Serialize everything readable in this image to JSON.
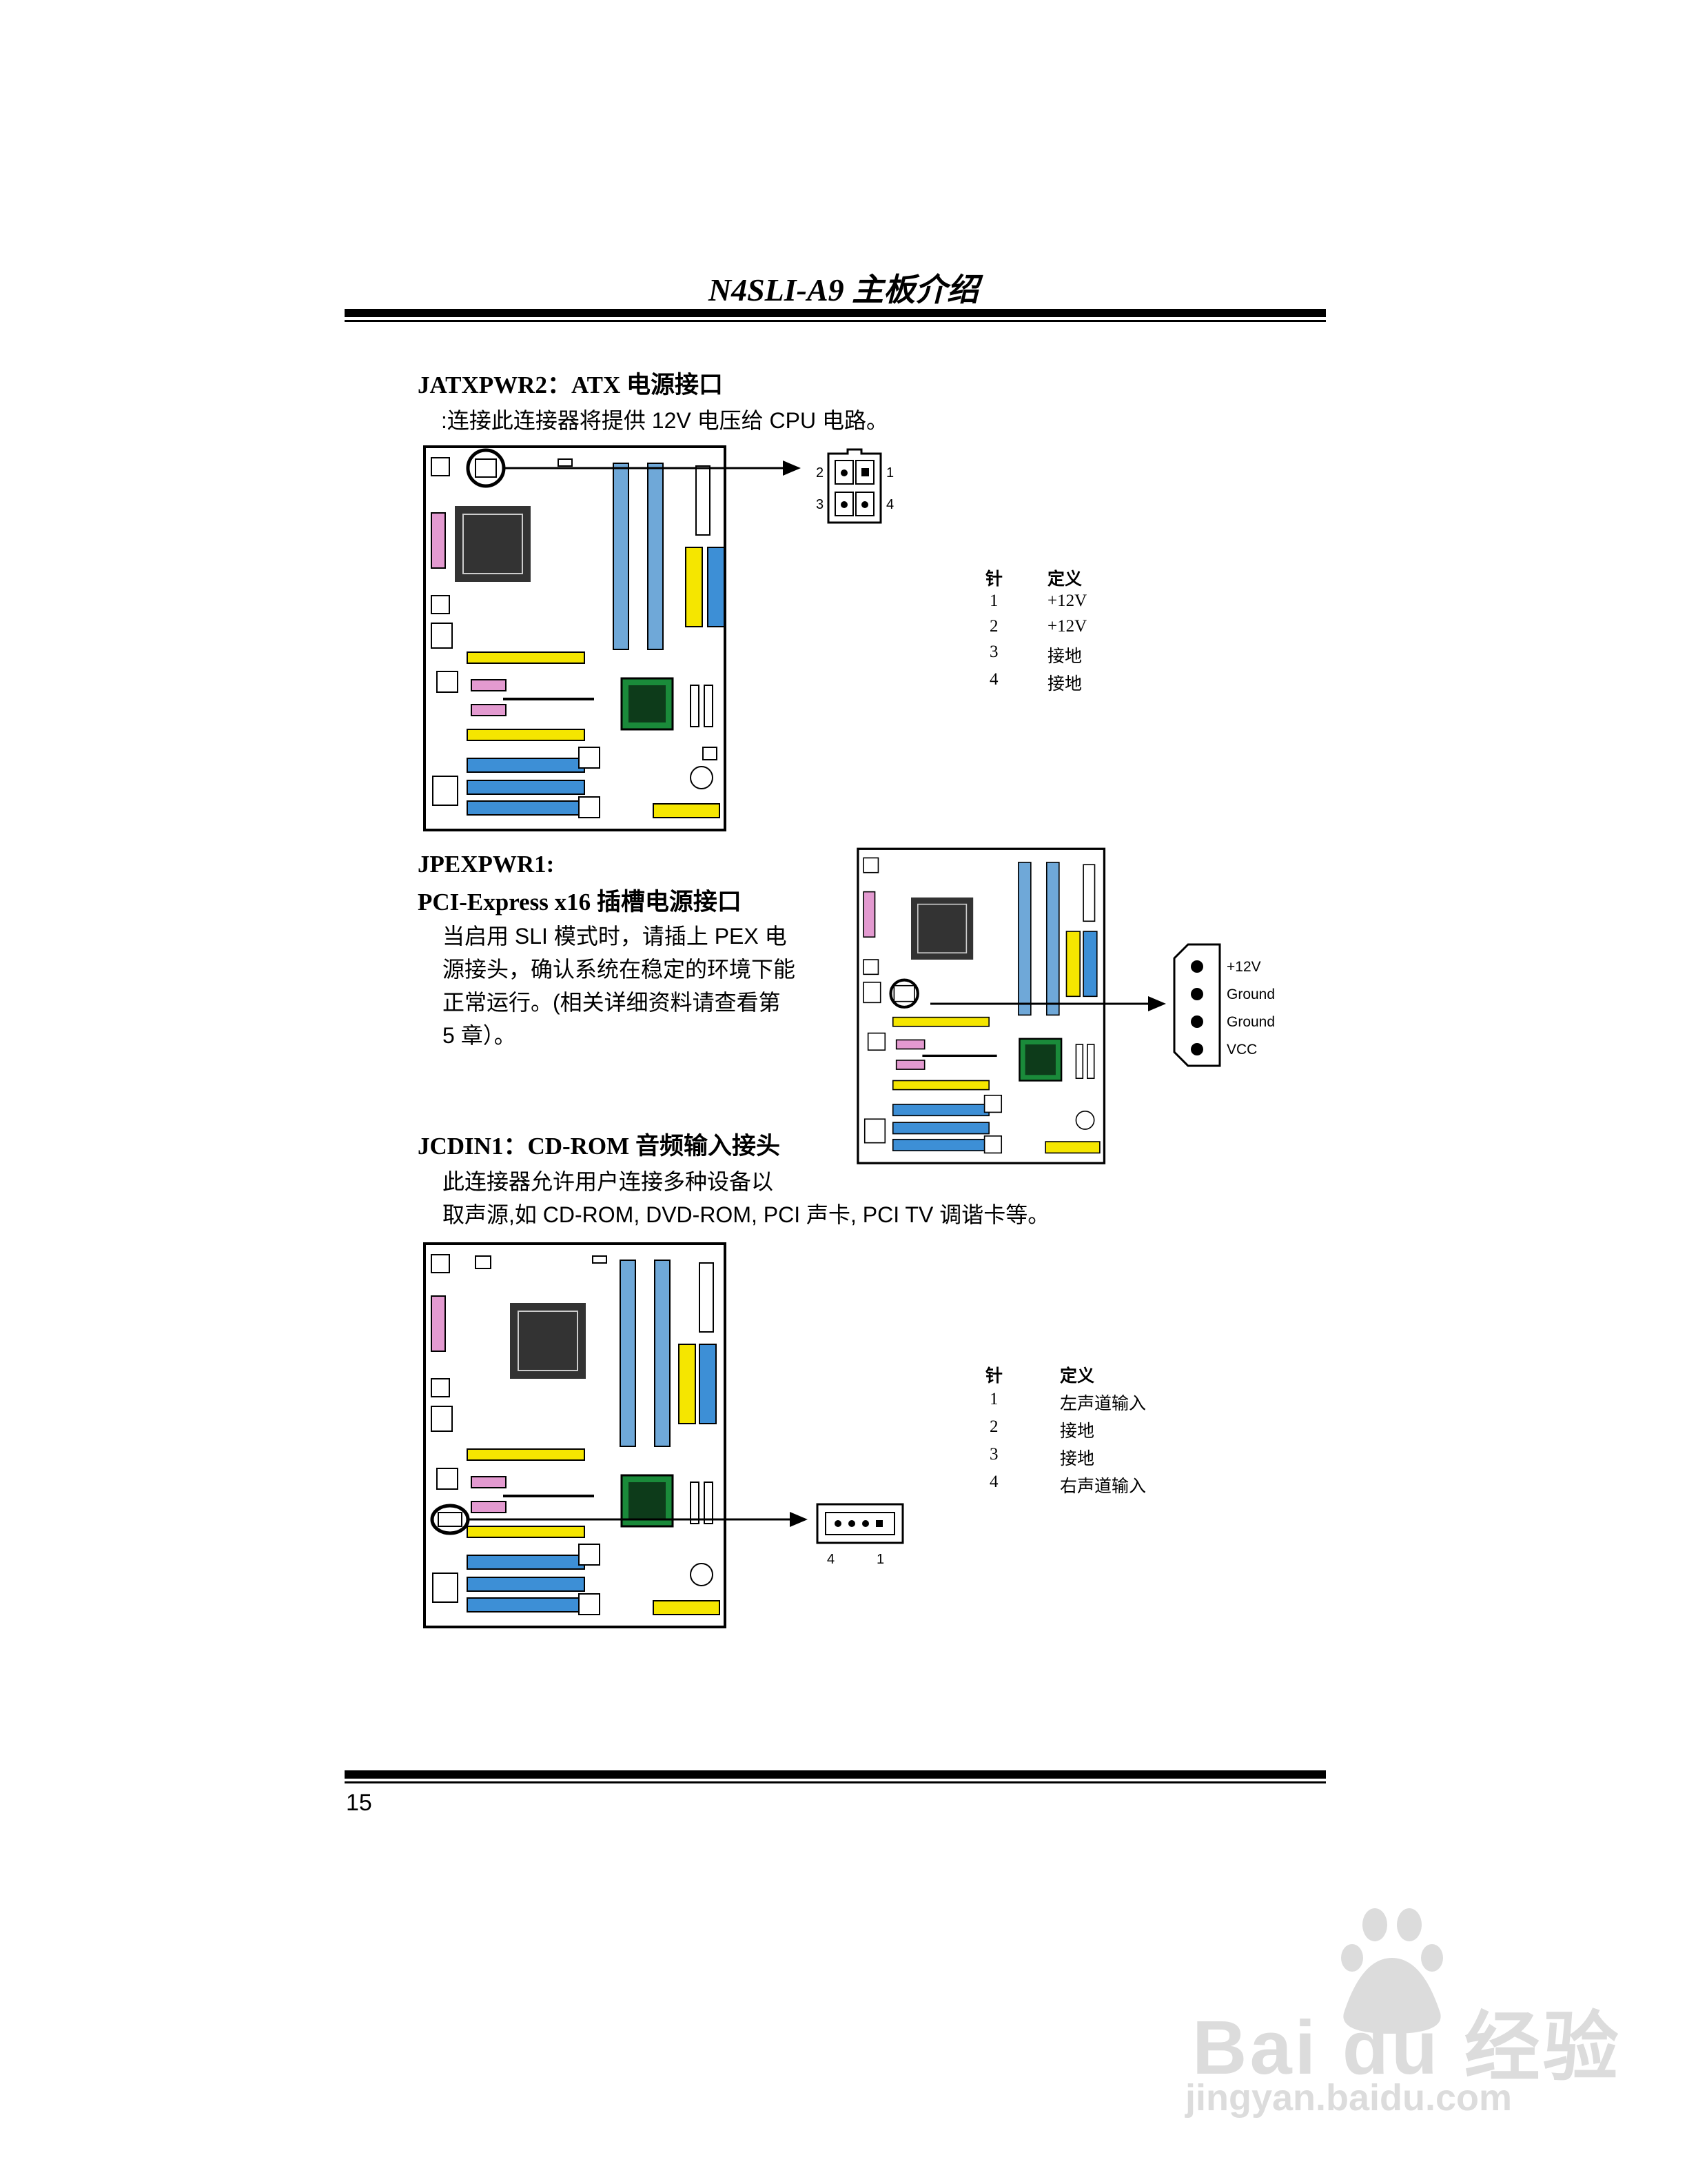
{
  "header": {
    "title": "N4SLI-A9 主板介绍"
  },
  "sections": [
    {
      "heading": "JATXPWR2：ATX 电源接口",
      "description": ":连接此连接器将提供 12V 电压给 CPU 电路。",
      "connector_pins": [
        "2",
        "1",
        "3",
        "4"
      ],
      "table": {
        "col_pin": "针",
        "col_def": "定义",
        "rows": [
          {
            "pin": "1",
            "def": "+12V"
          },
          {
            "pin": "2",
            "def": "+12V"
          },
          {
            "pin": "3",
            "def": "接地"
          },
          {
            "pin": "4",
            "def": "接地"
          }
        ]
      }
    },
    {
      "heading_line1": "JPEXPWR1:",
      "heading_line2": "PCI-Express x16 插槽电源接口",
      "description_lines": [
        "当启用 SLI 模式时，请插上 PEX 电",
        "源接头，确认系统在稳定的环境下能",
        "正常运行。(相关详细资料请查看第",
        "5 章）。"
      ],
      "connector_labels": [
        "+12V",
        "Ground",
        "Ground",
        "VCC"
      ]
    },
    {
      "heading": "JCDIN1：CD-ROM 音频输入接头",
      "description_lines": [
        "此连接器允许用户连接多种设备以",
        "取声源,如 CD-ROM, DVD-ROM, PCI 声卡, PCI TV 调谐卡等。"
      ],
      "connector_pins": [
        "4",
        "1"
      ],
      "table": {
        "col_pin": "针",
        "col_def": "定义",
        "rows": [
          {
            "pin": "1",
            "def": "左声道输入"
          },
          {
            "pin": "2",
            "def": "接地"
          },
          {
            "pin": "3",
            "def": "接地"
          },
          {
            "pin": "4",
            "def": "右声道输入"
          }
        ]
      }
    }
  ],
  "footer": {
    "page_number": "15"
  },
  "watermark": {
    "brand": "Bai du 经验",
    "url": "jingyan.baidu.com"
  },
  "colors": {
    "slot_blue": "#3d8fd6",
    "slot_yellow": "#f5e600",
    "slot_pink": "#e39ad0",
    "chip_green": "#1a8a3a",
    "dimm_blue": "#6fa8d8"
  }
}
